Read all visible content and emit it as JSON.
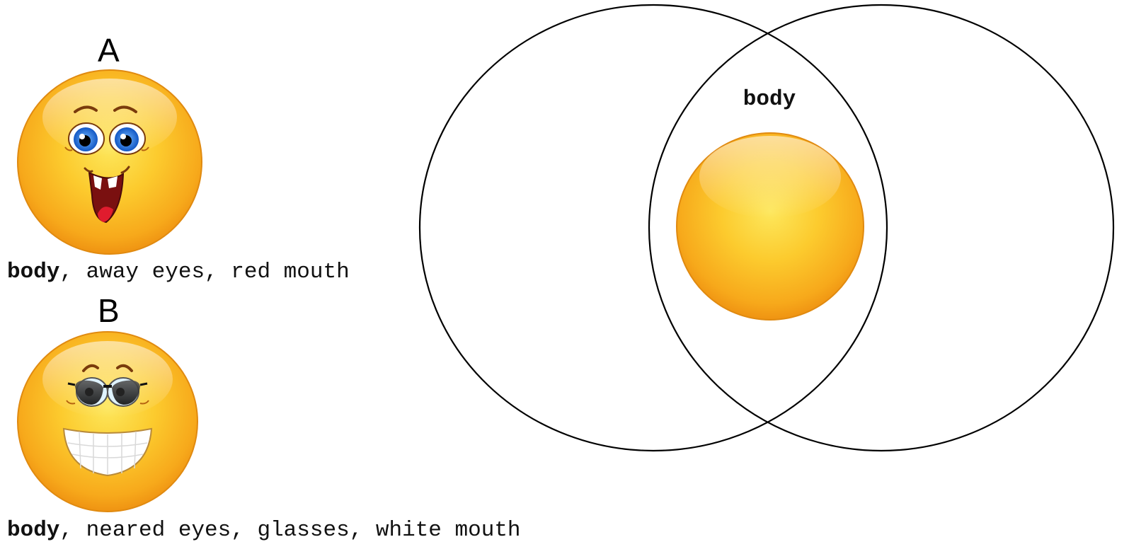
{
  "colors": {
    "face_light": "#fde65a",
    "face_mid": "#fbc02d",
    "face_dark": "#f19a16",
    "face_edge": "#e08a10",
    "outline": "#000000",
    "eye_blue": "#1e6fd6",
    "mouth_red": "#c8102e"
  },
  "emoji_a": {
    "label": "A",
    "caption_bold": "body",
    "caption_rest": ", away eyes, red mouth",
    "icon": "laughing-face-icon"
  },
  "emoji_b": {
    "label": "B",
    "caption_bold": "body",
    "caption_rest": ", neared eyes, glasses, white mouth",
    "icon": "sunglasses-grin-face-icon"
  },
  "venn": {
    "intersection_label": "body",
    "icon": "blank-face-icon"
  }
}
